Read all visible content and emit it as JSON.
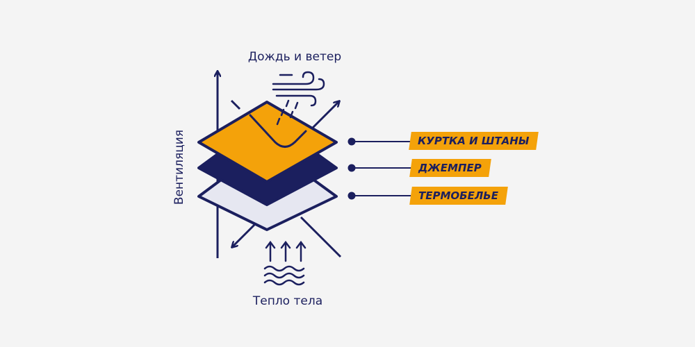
{
  "labels": {
    "top": "Дождь и ветер",
    "bottom": "Тепло тела",
    "side": "Вентиляция"
  },
  "layers": [
    {
      "name": "КУРТКА И ШТАНЫ",
      "color": "#f4a20a"
    },
    {
      "name": "ДЖЕМПЕР",
      "color": "#1b1f5e"
    },
    {
      "name": "ТЕРМОБЕЛЬЕ",
      "color": "#e6e7f1"
    }
  ],
  "colors": {
    "navy": "#1b1f5e",
    "accent": "#f4a20a",
    "background": "#f4f4f4"
  },
  "icons": [
    "wind-rain-icon",
    "heat-arrows-icon",
    "heat-waves-icon"
  ]
}
